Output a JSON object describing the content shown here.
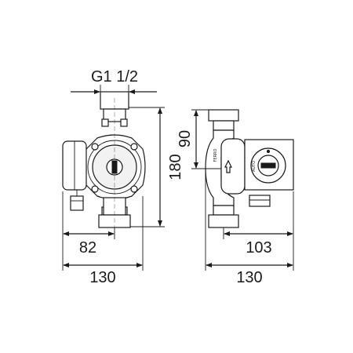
{
  "front_view": {
    "thread_label": "G1 1/2",
    "height_label": "180",
    "offset_label": "82",
    "width_label": "130"
  },
  "side_view": {
    "height_label": "90",
    "depth_label": "103",
    "width_label": "130",
    "nameplate_text": "FERRO",
    "dial_text": "AUTO"
  },
  "colors": {
    "line": "#1a1a1a",
    "background": "#ffffff",
    "housing_fill": "#f2f2f2"
  }
}
